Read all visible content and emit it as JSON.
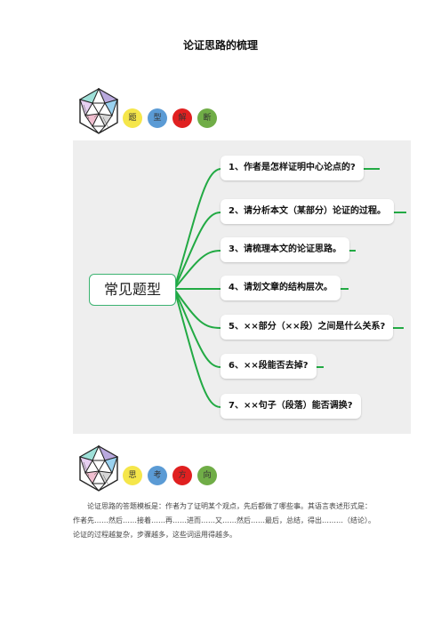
{
  "page": {
    "title": "论证思路的梳理"
  },
  "banner_top": {
    "icon": "icosahedron-icon",
    "chars": [
      "题",
      "型",
      "解",
      "断"
    ],
    "colors": [
      "#f5e64a",
      "#5b9bd5",
      "#e02020",
      "#70ad47"
    ]
  },
  "mindmap": {
    "center": "常见题型",
    "line_color": "#22aa44",
    "items": [
      "1、作者是怎样证明中心论点的?",
      "2、请分析本文（某部分）论证的过程。",
      "3、请梳理本文的论证思路。",
      "4、请划文章的结构层次。",
      "5、××部分（××段）之间是什么关系?",
      "6、××段能否去掉?",
      "7、××句子（段落）能否调换?"
    ]
  },
  "banner_bottom": {
    "icon": "icosahedron-icon",
    "chars": [
      "思",
      "考",
      "方",
      "向"
    ],
    "colors": [
      "#f5e64a",
      "#5b9bd5",
      "#e02020",
      "#70ad47"
    ]
  },
  "body": {
    "paragraph": "论证思路的答题模板是：作者为了证明某个观点，先后都做了哪些事。其语言表述形式是：作者先……然后……接着……再……进而……又……然后……最后，总结，得出………（结论）。论证的过程越复杂，步骤越多，这些词运用得越多。"
  }
}
